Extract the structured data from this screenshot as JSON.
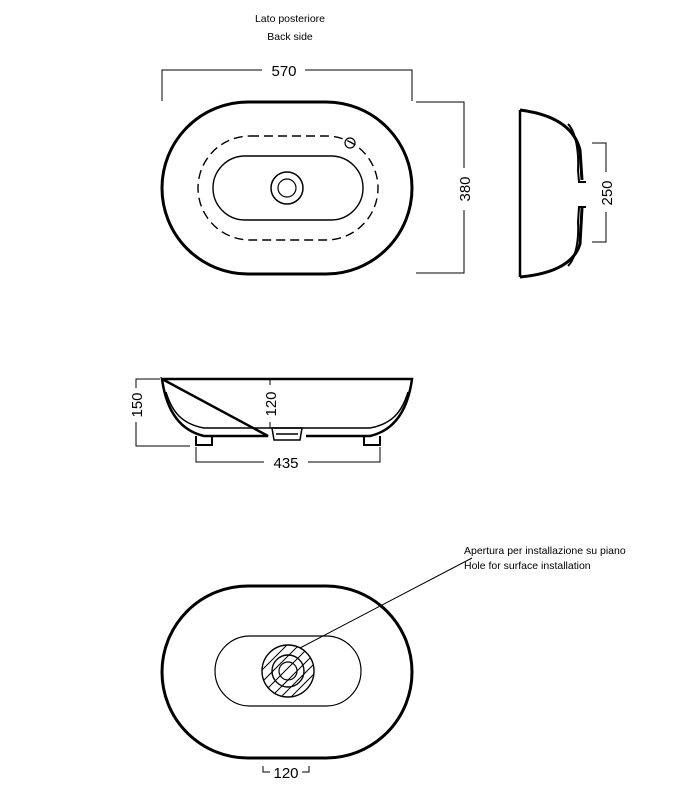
{
  "top_label": {
    "line1": "Lato posteriore",
    "line2": "Back side"
  },
  "dimensions": {
    "width": "570",
    "depth": "380",
    "side_height": "250",
    "height": "150",
    "inner_height": "120",
    "base_width": "435",
    "hole_width": "120"
  },
  "note": {
    "line1": "Apertura per installazione su piano",
    "line2": "Hole for surface installation"
  }
}
